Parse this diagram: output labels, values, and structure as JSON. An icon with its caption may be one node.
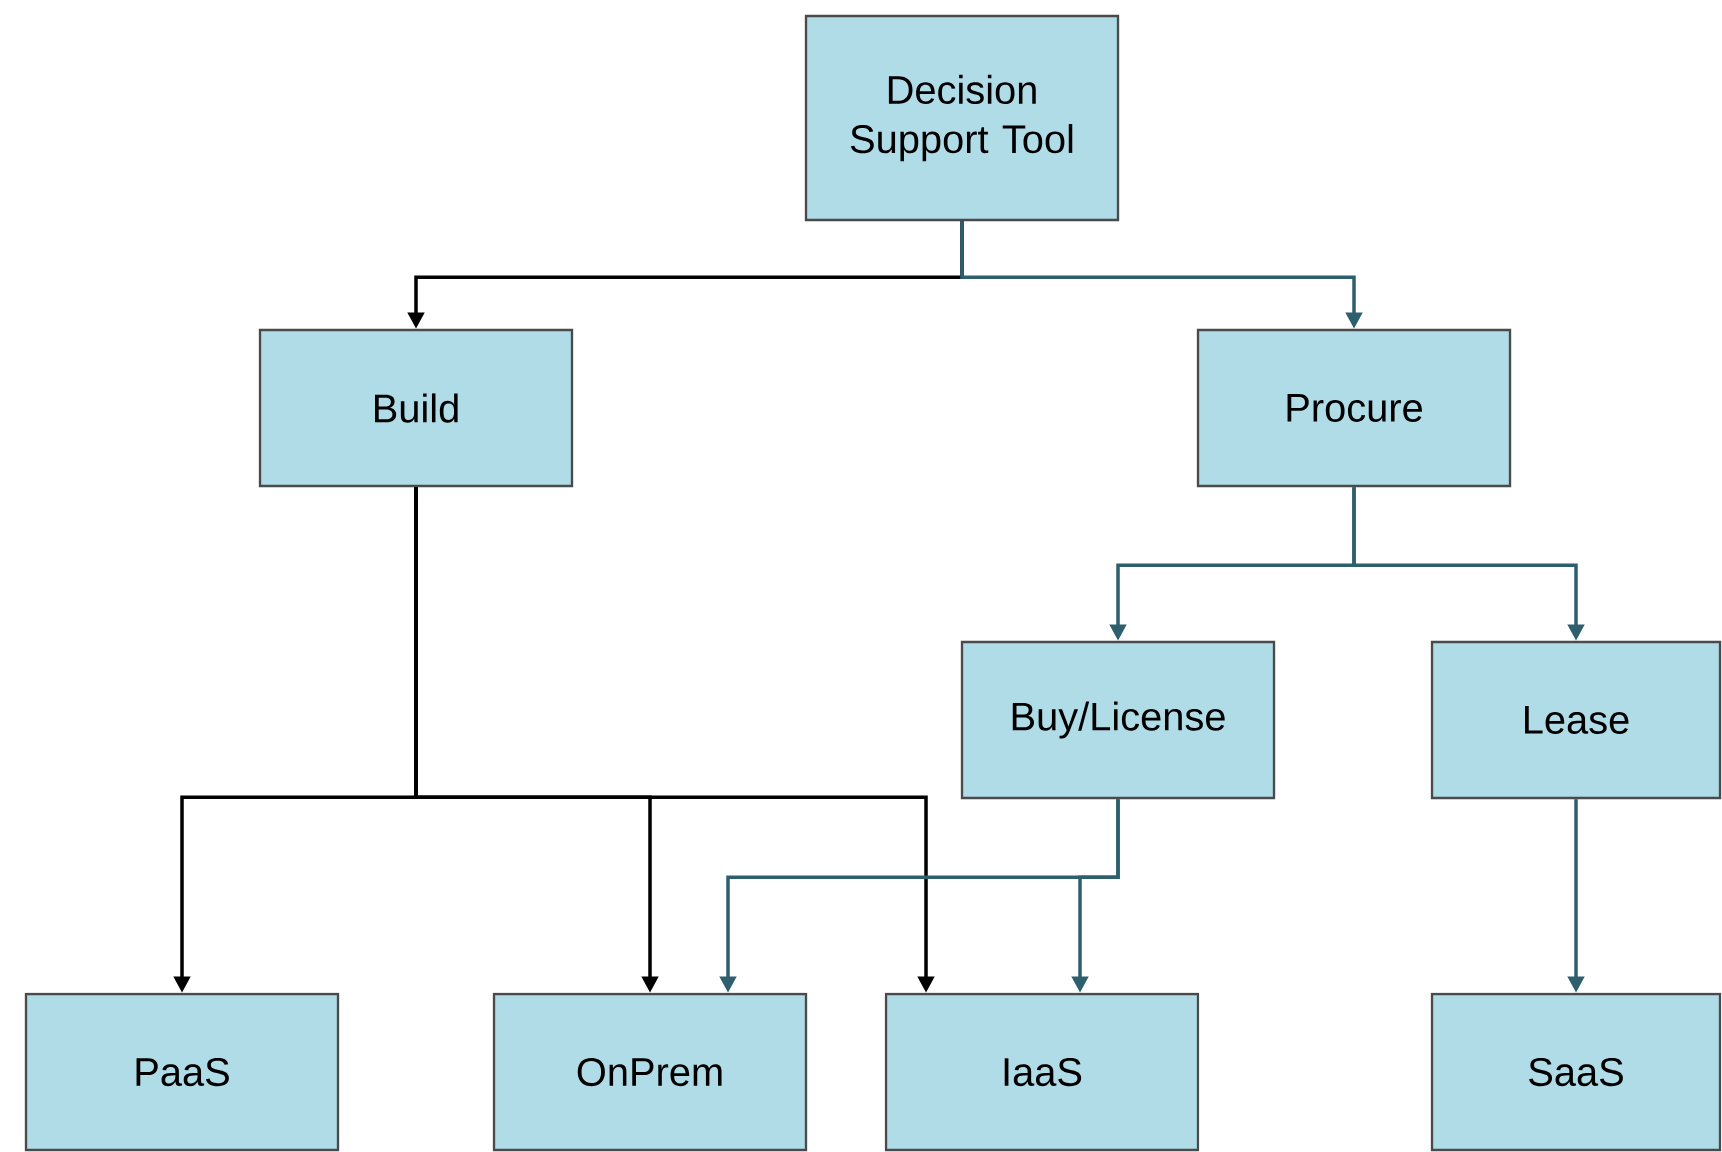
{
  "diagram": {
    "nodes": [
      {
        "text": [
          "Decision Support Tool"
        ]
      },
      {
        "text": [
          "Build"
        ]
      },
      {
        "text": [
          "Procure"
        ]
      },
      {
        "text": [
          "Buy/License"
        ]
      },
      {
        "text": [
          "Lease"
        ]
      },
      {
        "text": [
          "PaaS"
        ]
      },
      {
        "text": [
          "OnPrem"
        ]
      },
      {
        "text": [
          "IaaS"
        ]
      },
      {
        "text": [
          "SaaS"
        ]
      }
    ],
    "edges": [
      {
        "from": 0,
        "to": 1,
        "arrow": "to",
        "color": "#000000"
      },
      {
        "from": 0,
        "to": 2,
        "arrow": "to"
      },
      {
        "from": 2,
        "to": 3,
        "arrow": "to"
      },
      {
        "from": 2,
        "to": 4,
        "arrow": "to"
      },
      {
        "from": 1,
        "to": 5,
        "arrow": "to",
        "color": "#000000"
      },
      {
        "from": 1,
        "to": 6,
        "arrow": "to",
        "color": "#000000"
      },
      {
        "from": 1,
        "to": 7,
        "arrow": "to",
        "color": "#000000"
      },
      {
        "from": 3,
        "to": 6,
        "arrow": "to"
      },
      {
        "from": 3,
        "to": 7,
        "arrow": "to"
      },
      {
        "from": 4,
        "to": 8,
        "arrow": "to"
      }
    ]
  }
}
